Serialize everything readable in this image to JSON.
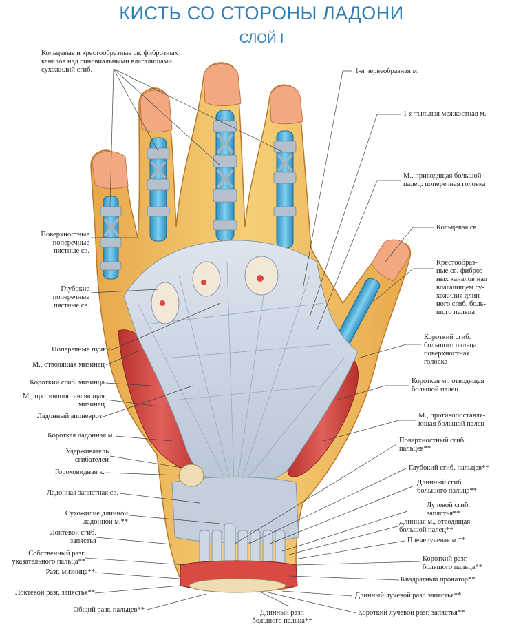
{
  "title": "КИСТЬ СО СТОРОНЫ ЛАДОНИ",
  "subtitle": "СЛОЙ I",
  "labels": {
    "ring_cross": "Кольцевые и крестообразные св. фиброзных\nканалов над синовиальными влагалищами\nсухожилий сгиб.",
    "lumbrical1": "1-я червеобразная м.",
    "dorsal_interosseous1": "1-я тыльная межкостная м.",
    "adductor_transverse": "М., приводящая большой\nпалец: поперечная головка",
    "annular": "Кольцевая св.",
    "cruciform_thumb": "Крестообраз-\nные св. фиброз-\nных каналов над\nвлагалищем су-\nхожилия длин-\nного сгиб. боль-\nшого пальца",
    "fpb_superficial": "Короткий сгиб.\nбольшого пальца:\nповерхностная\nголовка",
    "apb": "Короткая м., отводящая\nбольшой палец",
    "opponens_pollicis": "М., противопоставля-\nющая большой палец",
    "fds": "Поверхностный сгиб.\nпальцев**",
    "fdp": "Глубокий сгиб. пальцев**",
    "fpl": "Длинный сгиб.\nбольшого пальца**",
    "fcr": "Лучевой сгиб.\nзапястья**",
    "apl": "Длинная м., отводящая\nбольшой палец**",
    "brachioradialis": "Плечелучевая м.**",
    "epb": "Короткий разг.\nбольшого пальца**",
    "pronator_quadratus": "Квадратный пронатор**",
    "ecrl": "Длинный лучевой разг. запястья**",
    "ecrb": "Короткий лучевой разг. запястья**",
    "epl": "Длинный разг.\nбольшого пальца**",
    "ed": "Общий разг. пальцев**",
    "ecu": "Локтевой разг. запястья**",
    "edm": "Разг. мизинца**",
    "eip": "Собственный разг.\nуказательного пальца**",
    "fcu": "Локтевой сгиб.\nзапястья",
    "palmaris_longus_tendon": "Сухожилие длинной\nладонной м.**",
    "palmar_carpal": "Ладонная запястная св.",
    "pisiform": "Гороховидная к.",
    "flexor_retinaculum": "Удерживатель\nсгибателей",
    "palmaris_brevis": "Короткая ладонная м.",
    "palmar_aponeurosis": "Ладонный апоневроз",
    "odm": "М., противопоставляющая\nмизинец",
    "fdm": "Короткий сгиб. мизинца",
    "adm": "М., отводящая мизинец",
    "transverse_fasc": "Поперечные пучки",
    "deep_transverse": "Глубокие\nпоперечные\nпястные св.",
    "superficial_transverse": "Поверхностные\nпоперечные\nпястные св."
  },
  "colors": {
    "title": "#2f7fb5",
    "skin": "#f0a878",
    "fat": "#f2c46a",
    "fascia": "#c9d4e0",
    "tendon_sheath": "#5ab4dc",
    "muscle": "#d94a44",
    "bone": "#e9d9b0"
  }
}
